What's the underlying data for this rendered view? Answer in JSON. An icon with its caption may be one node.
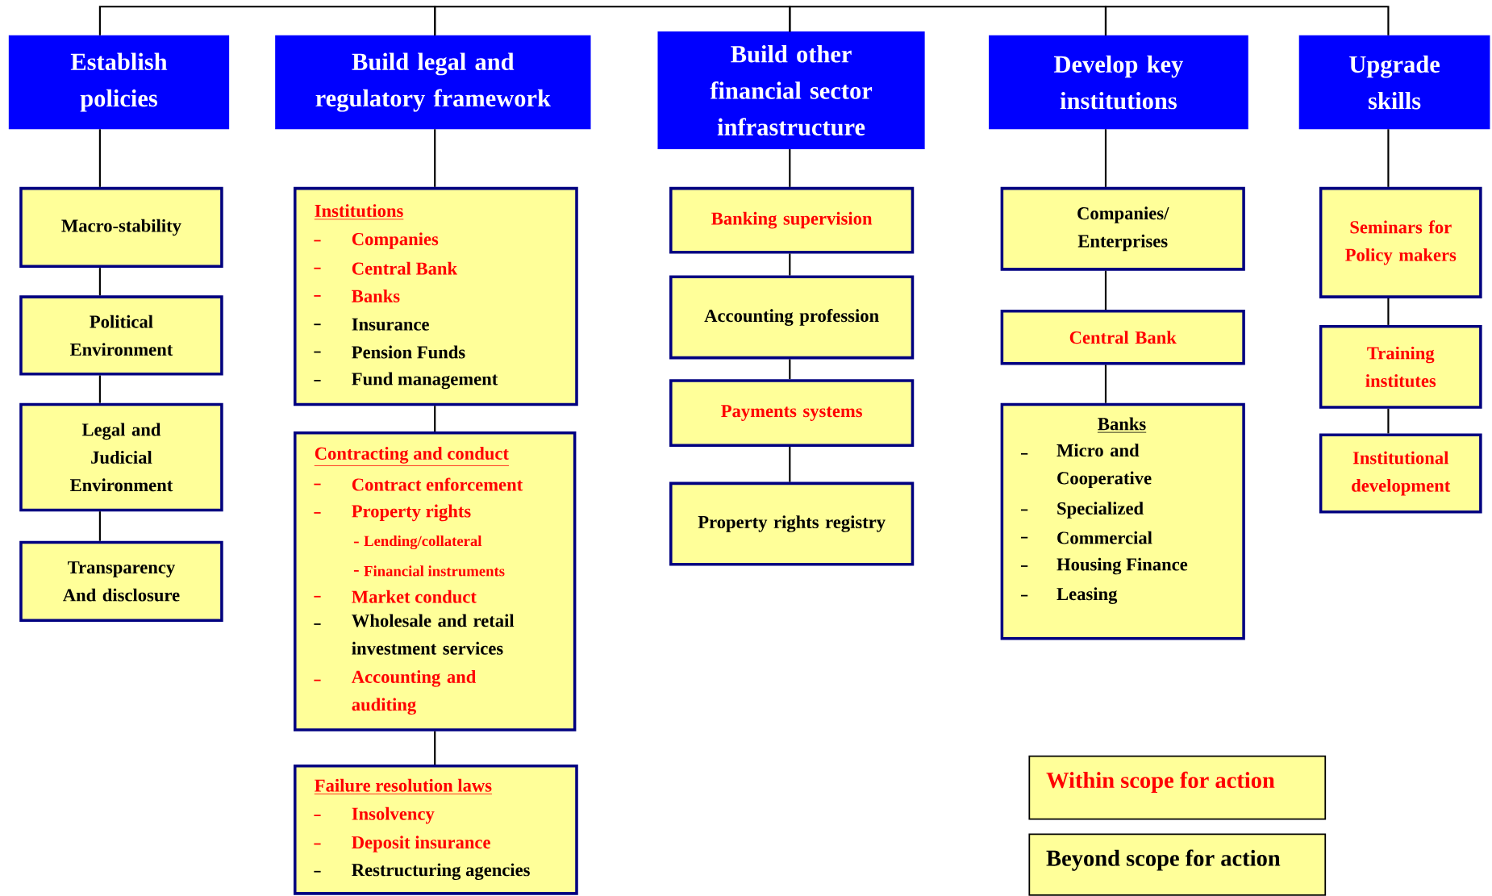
{
  "diagram": {
    "nodes": [
      {
        "text": [
          "Establish policies"
        ]
      },
      {
        "text": [
          "Build legal and regulatory framework"
        ]
      },
      {
        "text": [
          "Build other financial sector infrastructure"
        ]
      },
      {
        "text": [
          "Develop key institutions"
        ]
      },
      {
        "text": [
          "Upgrade skills"
        ]
      },
      {
        "text": [
          "Macro-stability"
        ]
      },
      {
        "text": [
          "Political Environment"
        ]
      },
      {
        "text": [
          "Legal and Judicial Environment"
        ]
      },
      {
        "text": [
          "Transparency And disclosure"
        ]
      },
      {
        "text": [
          "Institutions",
          "Companies",
          "Central Bank",
          "Banks",
          "Insurance",
          "Pension Funds",
          "Fund management"
        ]
      },
      {
        "text": [
          "Contracting and conduct",
          "Contract enforcement",
          "Property rights",
          "Lending/collateral",
          "Financial instruments",
          "Market conduct",
          "Wholesale and retail investment services",
          "Accounting and auditing"
        ]
      },
      {
        "text": [
          "Failure resolution laws",
          "Insolvency",
          "Deposit insurance",
          "Restructuring agencies"
        ]
      },
      {
        "text": [
          "Banking supervision"
        ]
      },
      {
        "text": [
          "Accounting profession"
        ]
      },
      {
        "text": [
          "Payments systems"
        ]
      },
      {
        "text": [
          "Property rights registry"
        ]
      },
      {
        "text": [
          "Companies/ Enterprises"
        ]
      },
      {
        "text": [
          "Central Bank"
        ]
      },
      {
        "text": [
          "Banks",
          "Micro and Cooperative",
          "Specialized",
          "Commercial",
          "Housing Finance",
          "Leasing"
        ]
      },
      {
        "text": [
          "Seminars for Policy makers"
        ]
      },
      {
        "text": [
          "Training institutes"
        ]
      },
      {
        "text": [
          "Institutional development"
        ]
      }
    ],
    "edges": [
      {
        "from": 0,
        "to": 1,
        "arrow": "none"
      },
      {
        "from": 1,
        "to": 2,
        "arrow": "none"
      },
      {
        "from": 2,
        "to": 3,
        "arrow": "none"
      },
      {
        "from": 3,
        "to": 4,
        "arrow": "none"
      },
      {
        "from": 0,
        "to": 5,
        "arrow": "none"
      },
      {
        "from": 5,
        "to": 6,
        "arrow": "none"
      },
      {
        "from": 6,
        "to": 7,
        "arrow": "none"
      },
      {
        "from": 7,
        "to": 8,
        "arrow": "none"
      },
      {
        "from": 1,
        "to": 9,
        "arrow": "none"
      },
      {
        "from": 9,
        "to": 10,
        "arrow": "none"
      },
      {
        "from": 10,
        "to": 11,
        "arrow": "none"
      },
      {
        "from": 2,
        "to": 12,
        "arrow": "none"
      },
      {
        "from": 12,
        "to": 13,
        "arrow": "none"
      },
      {
        "from": 13,
        "to": 14,
        "arrow": "none"
      },
      {
        "from": 14,
        "to": 15,
        "arrow": "none"
      },
      {
        "from": 3,
        "to": 16,
        "arrow": "none"
      },
      {
        "from": 16,
        "to": 17,
        "arrow": "none"
      },
      {
        "from": 17,
        "to": 18,
        "arrow": "none"
      },
      {
        "from": 4,
        "to": 19,
        "arrow": "none"
      },
      {
        "from": 19,
        "to": 20,
        "arrow": "none"
      },
      {
        "from": 20,
        "to": 21,
        "arrow": "none"
      }
    ],
    "legend": [
      {
        "text": "Within scope for action",
        "color": "#ff0000"
      },
      {
        "text": "Beyond scope for action",
        "color": "#000000"
      }
    ]
  }
}
